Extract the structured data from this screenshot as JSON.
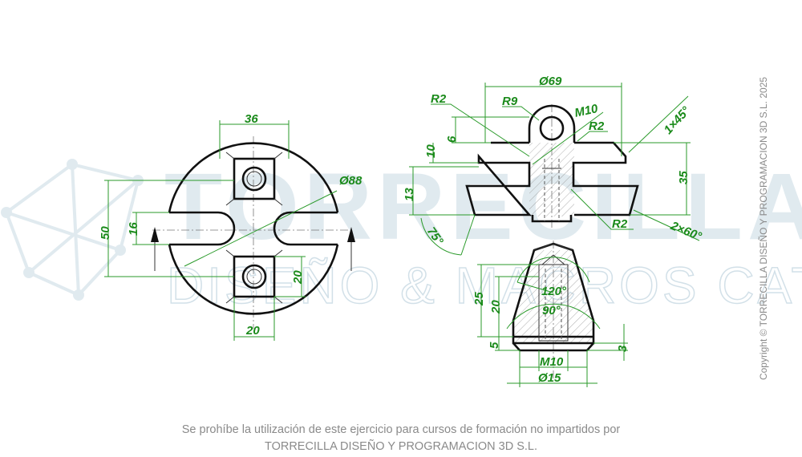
{
  "watermark": {
    "brand_big": "TORRECILLA",
    "brand_small": "DISEÑO & MACROS CATIA",
    "logo_icon": "network-polygon-icon"
  },
  "copyright": "Copyright © TORRECILLA DISEÑO Y PROGRAMACION 3D S.L. 2025",
  "footer": {
    "line1": "Se prohíbe la utilización de este ejercicio para cursos de formación no impartidos por",
    "line2": "TORRECILLA DISEÑO Y PROGRAMACION 3D S.L."
  },
  "dimensions": {
    "top_view": {
      "width_36": "36",
      "dia_88": "Ø88",
      "height_50": "50",
      "height_16": "16",
      "height_20": "20",
      "width_20": "20"
    },
    "front_view": {
      "dia_69": "Ø69",
      "r2_left": "R2",
      "r9": "R9",
      "m10": "M10",
      "r2_mid": "R2",
      "chamfer_1x45": "1×45°",
      "h_6": "6",
      "h_10": "10",
      "h_35": "35",
      "h_13": "13",
      "angle_75": "75°",
      "r2_bottom": "R2",
      "chamfer_2x60": "2×60°"
    },
    "section_view": {
      "angle_120": "120°",
      "angle_90": "90°",
      "h_25": "25",
      "h_20": "20",
      "h_5": "5",
      "h_3": "3",
      "m10": "M10",
      "dia_15": "Ø15"
    }
  },
  "colors": {
    "dimension": "#1a8a1a",
    "object_line": "#111111",
    "watermark": "#c7d9e3",
    "footer_text": "#8a8a8a"
  }
}
